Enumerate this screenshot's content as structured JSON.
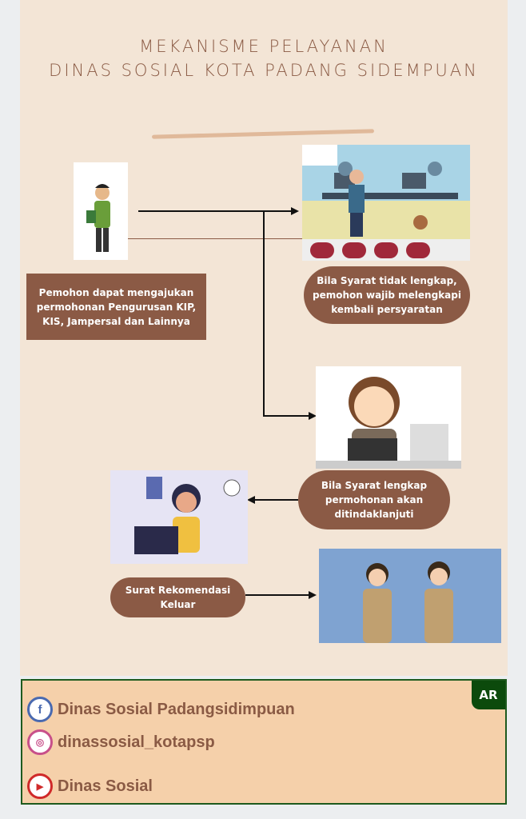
{
  "title": {
    "line1": "MEKANISME PELAYANAN",
    "line2": "DINAS SOSIAL KOTA PADANG SIDEMPUAN"
  },
  "steps": {
    "applicant": "Pemohon dapat mengajukan permohonan Pengurusan KIP, KIS, Jampersal dan Lainnya",
    "incomplete": "Bila Syarat tidak lengkap, pemohon wajib melengkapi kembali persyaratan",
    "complete": "Bila Syarat lengkap permohonan akan ditindaklanjuti",
    "letter": "Surat Rekomendasi Keluar"
  },
  "footer": {
    "badge": "AR",
    "facebook": "Dinas Sosial Padangsidimpuan",
    "instagram": "dinassosial_kotapsp",
    "youtube": "Dinas Sosial"
  },
  "colors": {
    "brown": "#8b5a45",
    "poster": "#f3e5d6",
    "footer": "#f5d0aa",
    "green": "#1e5a1e"
  }
}
